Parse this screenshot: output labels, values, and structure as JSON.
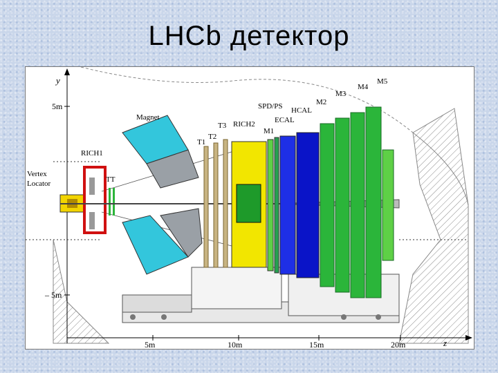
{
  "slide": {
    "title": "LHCb детектор"
  },
  "axes": {
    "y_label": "y",
    "z_label": "z",
    "y_ticks": [
      "5m",
      "– 5m"
    ],
    "z_ticks": [
      "5m",
      "10m",
      "15m",
      "20m"
    ]
  },
  "labels": {
    "vertex_1": "Vertex",
    "vertex_2": "Locator",
    "rich1": "RICH1",
    "tt": "TT",
    "magnet": "Magnet",
    "t1": "T1",
    "t2": "T2",
    "t3": "T3",
    "rich2": "RICH2",
    "m1": "M1",
    "spd_ps": "SPD/PS",
    "ecal": "ECAL",
    "hcal": "HCAL",
    "m2": "M2",
    "m3": "M3",
    "m4": "M4",
    "m5": "M5"
  },
  "colors": {
    "magnet": "#33c6dc",
    "rich": "#f2e600",
    "ecal": "#1e2fe6",
    "hcal": "#0a14c8",
    "muon": "#2bb53a",
    "muon_light": "#5ed046",
    "rich1_frame": "#d01010",
    "cavern": "#9a9a9a"
  }
}
